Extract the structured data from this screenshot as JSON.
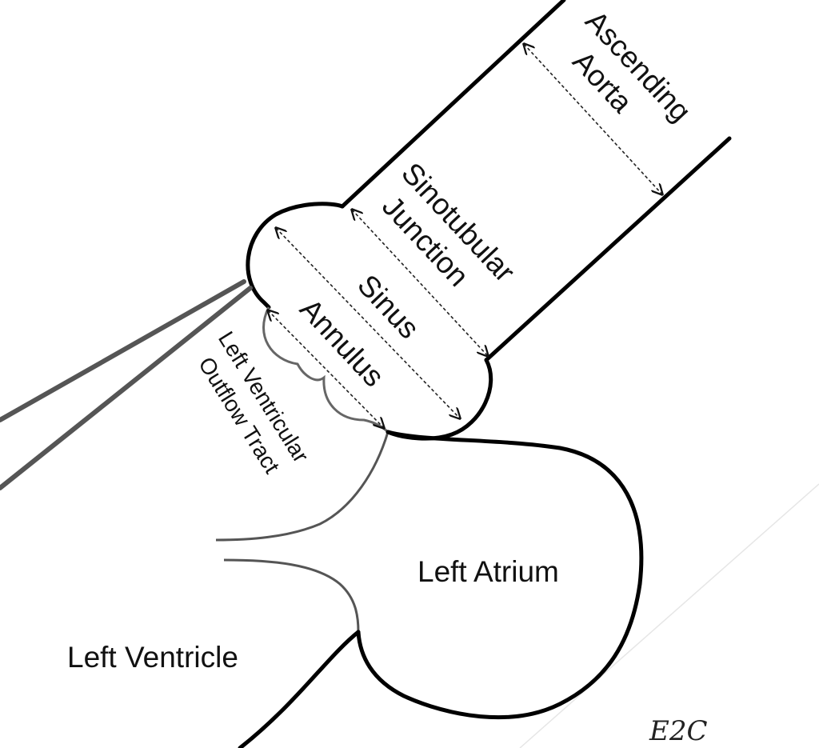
{
  "diagram": {
    "labels": {
      "ascending_aorta_line1": "Ascending",
      "ascending_aorta_line2": "Aorta",
      "sinotubular_line1": "Sinotubular",
      "sinotubular_line2": "Junction",
      "sinus": "Sinus",
      "annulus": "Annulus",
      "lvot_line1": "Left Ventricular",
      "lvot_line2": "Outflow Tract",
      "left_atrium": "Left Atrium",
      "left_ventricle": "Left Ventricle"
    },
    "logo": "E2C",
    "colors": {
      "outline": "#000000",
      "gray_outline": "#555555",
      "background": "#ffffff"
    }
  }
}
